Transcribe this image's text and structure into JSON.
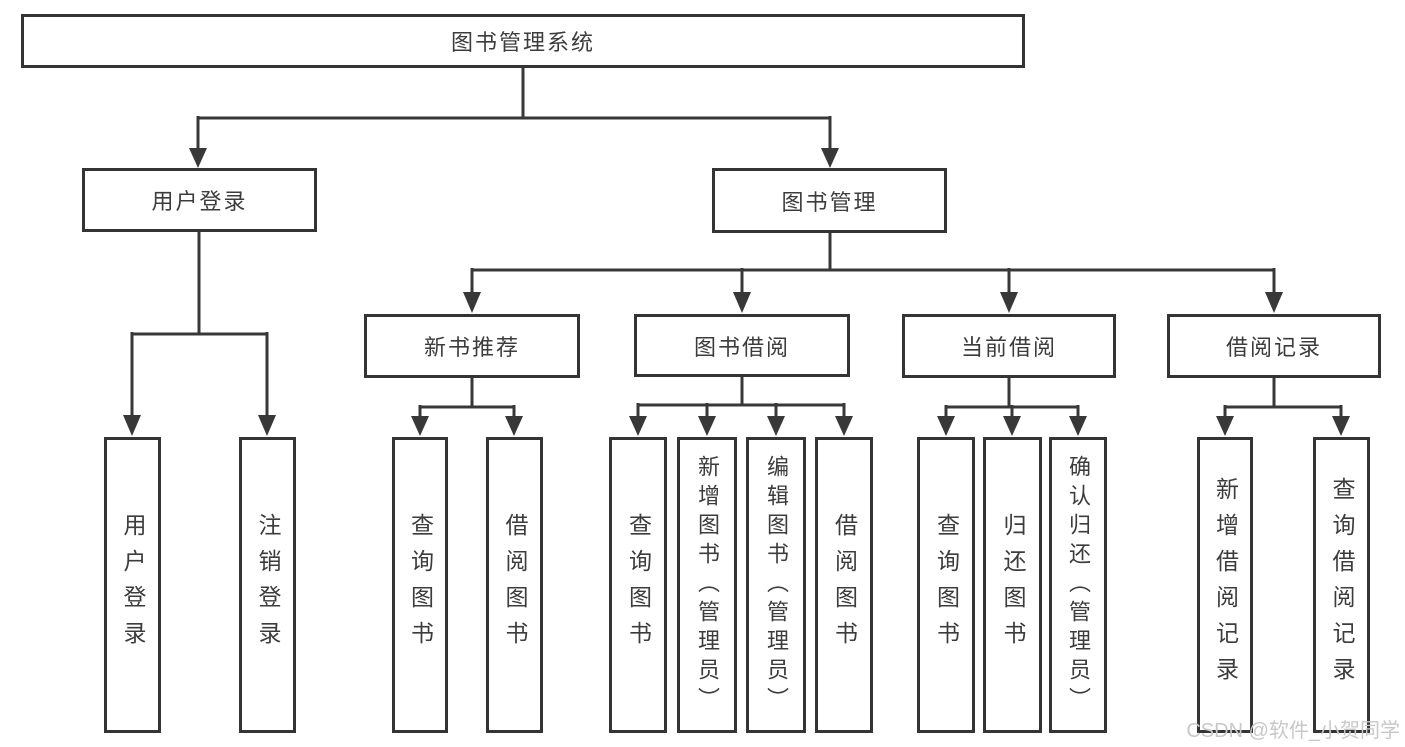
{
  "title": "图书管理系统",
  "branches": {
    "user_login": {
      "label": "用户登录",
      "children": [
        "用户登录",
        "注销登录"
      ]
    },
    "book_management": {
      "label": "图书管理",
      "children": {
        "new_book_recommend": {
          "label": "新书推荐",
          "children": [
            "查询图书",
            "借阅图书"
          ]
        },
        "book_borrow": {
          "label": "图书借阅",
          "children": [
            "查询图书",
            "新增图书（管理员）",
            "编辑图书（管理员）",
            "借阅图书"
          ]
        },
        "current_borrow": {
          "label": "当前借阅",
          "children": [
            "查询图书",
            "归还图书",
            "确认归还（管理员）"
          ]
        },
        "borrow_records": {
          "label": "借阅记录",
          "children": [
            "新增借阅记录",
            "查询借阅记录"
          ]
        }
      }
    }
  },
  "watermark": "CSDN @软件_小贺同学",
  "colors": {
    "line": "#383838",
    "box_border": "#343434",
    "text": "#3c3c3c",
    "watermark": "#c8c8c8",
    "background": "#ffffff"
  }
}
